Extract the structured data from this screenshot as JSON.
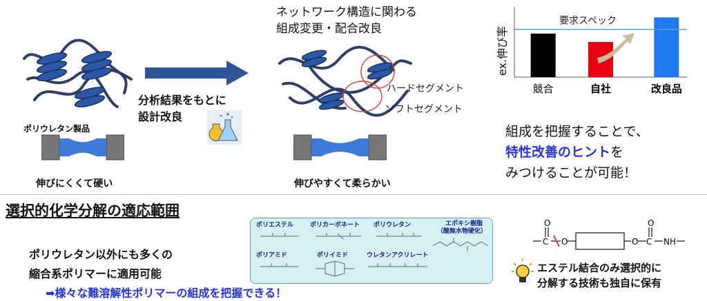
{
  "top": {
    "left_label_product": "ポリウレタン製品",
    "left_caption": "伸びにくくて硬い",
    "arrow_caption_line1": "分析結果をもとに",
    "arrow_caption_line2": "設計改良",
    "mid_heading_line1": "ネットワーク構造に関わる",
    "mid_heading_line2": "組成変更・配合改良",
    "hard_segment": "ハードセグメント",
    "soft_segment": "ソフトセグメント",
    "mid_caption": "伸びやすくて柔らかい"
  },
  "chart_data": {
    "type": "bar",
    "ylabel": "ex.伸び率",
    "categories": [
      "競合",
      "自社",
      "改良品"
    ],
    "values": [
      0.62,
      0.5,
      0.85
    ],
    "colors": [
      "#000000",
      "#e60012",
      "#1e78f0"
    ],
    "threshold": {
      "label": "要求スペック",
      "value": 0.68,
      "color": "#5a9bd5"
    },
    "ylim": [
      0,
      1
    ],
    "grid": false
  },
  "right_text": {
    "line1": "組成を把握することで、",
    "line2": "特性改善のヒント",
    "line2_suffix": "を",
    "line3": "みつけることが可能！"
  },
  "section": {
    "title": "選択的化学分解の適応範囲",
    "body_line1": "ポリウレタン以外にも多くの",
    "body_line2": "縮合系ポリマーに適用可能",
    "highlight": "➡様々な難溶解性ポリマーの組成を把握できる！"
  },
  "polymers": {
    "names": [
      "ポリエステル",
      "ポリカーボネート",
      "ポリウレタン",
      "エポキシ樹脂",
      "（酸無水物硬化）",
      "ポリアミド",
      "ポリイミド",
      "ウレタンアクリレート"
    ]
  },
  "ester": {
    "formula_left": "—C—O—",
    "formula_right": "—O—C—NH—",
    "caption_line1": "エステル結合のみ選択的に",
    "caption_line2": "分解する技術も独自に保有"
  },
  "colors": {
    "navy": "#1f3a66",
    "chain": "#2d3f66",
    "accent_blue": "#2433e0"
  }
}
